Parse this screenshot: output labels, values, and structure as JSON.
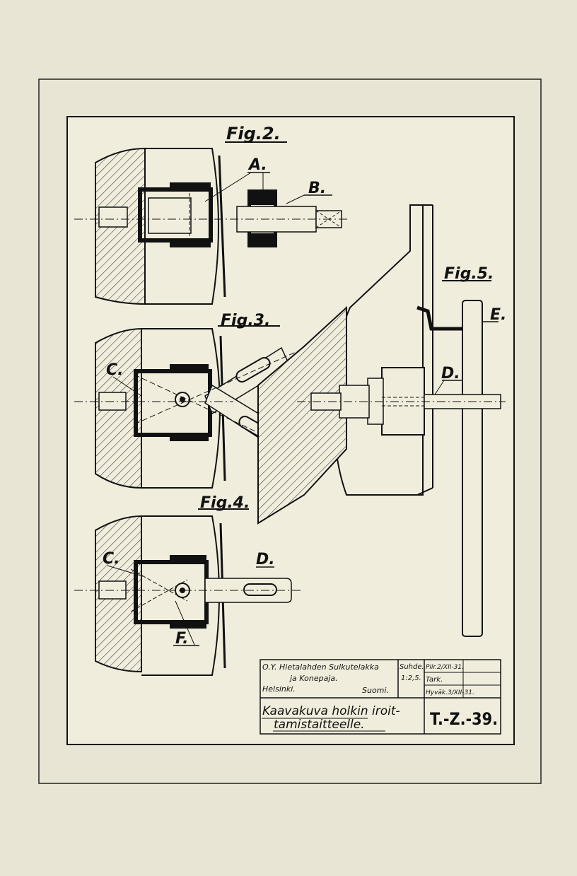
{
  "figures": {
    "fig2": "Fig.2.",
    "fig3": "Fig.3.",
    "fig4": "Fig.4.",
    "fig5": "Fig.5."
  },
  "labels": {
    "a": "A.",
    "b": "B.",
    "c3": "C.",
    "d3": "D.",
    "c4": "C.",
    "d4": "D.",
    "f": "F.",
    "d5": "D.",
    "e": "E."
  },
  "title_block": {
    "company_line1": "O.Y. Hietalahden Sulkutelakka",
    "company_line2": "ja Konepaja.",
    "city": "Helsinki.",
    "country": "Suomi.",
    "scale_label": "Suhde.",
    "scale_value": "1:2,5.",
    "drawn": "Piir.2/XII-31.",
    "checked": "Tark.",
    "approved": "Hyväk.3/XII-31.",
    "title_line1": "Kaavakuva holkin iroit-",
    "title_line2": "tamistaitteelle.",
    "drawing_number": "T.-Z.-39."
  }
}
